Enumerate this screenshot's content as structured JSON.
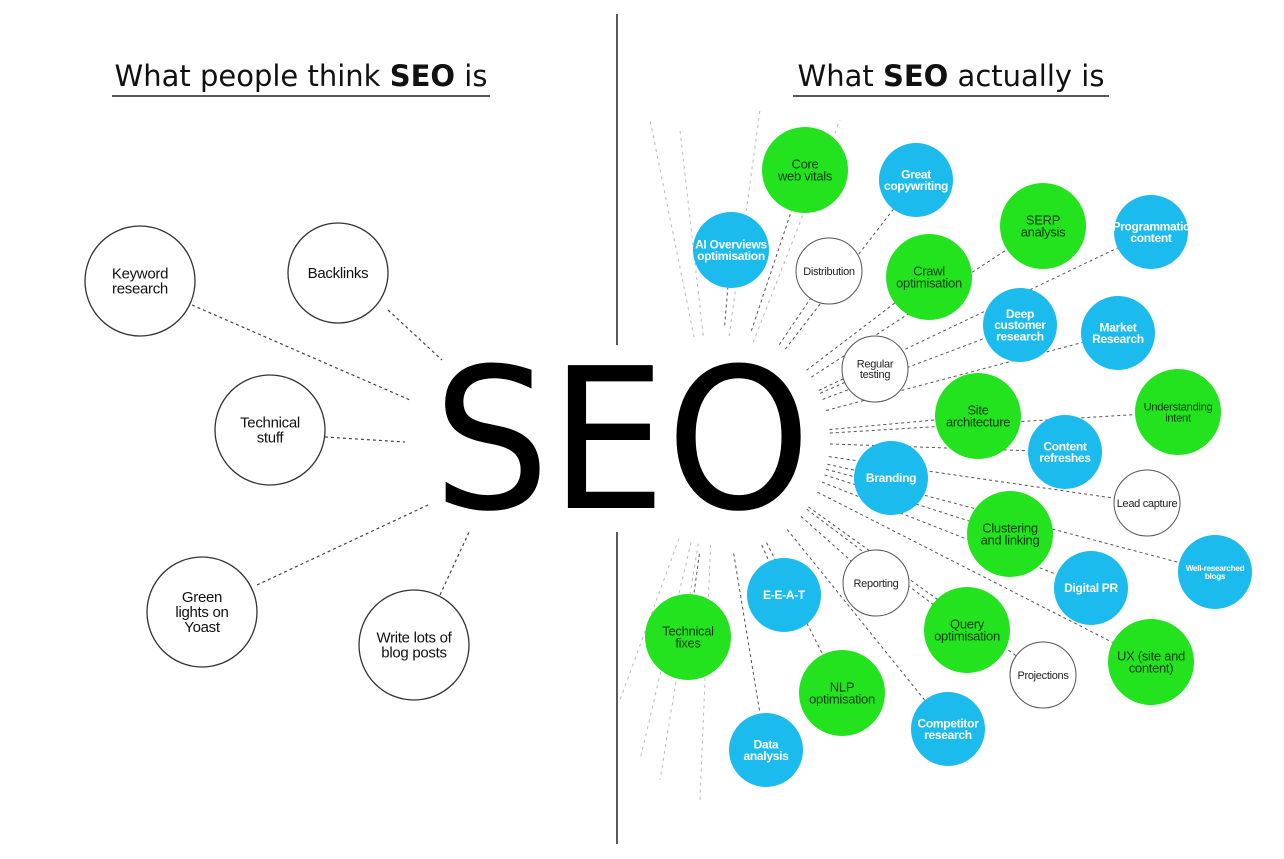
{
  "left_title": {
    "pre": "What people think ",
    "bold": "SEO",
    "post": " is"
  },
  "right_title": {
    "pre": "What ",
    "bold": "SEO",
    "post": " actually is"
  },
  "center_label": "SEO",
  "colors": {
    "green": "#22e31e",
    "blue": "#1cbbee",
    "white": "#ffffff",
    "line": "#555555"
  },
  "left_nodes": [
    {
      "lines": [
        "Keyword",
        "research"
      ]
    },
    {
      "lines": [
        "Backlinks"
      ]
    },
    {
      "lines": [
        "Technical",
        "stuff"
      ]
    },
    {
      "lines": [
        "Green",
        "lights on",
        "Yoast"
      ]
    },
    {
      "lines": [
        "Write lots of",
        "blog posts"
      ]
    }
  ],
  "right_nodes": [
    {
      "lines": [
        "Core",
        "web vitals"
      ],
      "color": "green"
    },
    {
      "lines": [
        "Great",
        "copywriting"
      ],
      "color": "blue"
    },
    {
      "lines": [
        "AI Overviews",
        "optimisation"
      ],
      "color": "blue"
    },
    {
      "lines": [
        "Distribution"
      ],
      "color": "white"
    },
    {
      "lines": [
        "Crawl",
        "optimisation"
      ],
      "color": "green"
    },
    {
      "lines": [
        "SERP",
        "analysis"
      ],
      "color": "green"
    },
    {
      "lines": [
        "Programmatic",
        "content"
      ],
      "color": "blue"
    },
    {
      "lines": [
        "Deep",
        "customer",
        "research"
      ],
      "color": "blue"
    },
    {
      "lines": [
        "Market",
        "Research"
      ],
      "color": "blue"
    },
    {
      "lines": [
        "Regular",
        "testing"
      ],
      "color": "white"
    },
    {
      "lines": [
        "Site",
        "architecture"
      ],
      "color": "green"
    },
    {
      "lines": [
        "Understanding",
        "intent"
      ],
      "color": "green"
    },
    {
      "lines": [
        "Content",
        "refreshes"
      ],
      "color": "blue"
    },
    {
      "lines": [
        "Branding"
      ],
      "color": "blue"
    },
    {
      "lines": [
        "Lead capture"
      ],
      "color": "white"
    },
    {
      "lines": [
        "Clustering",
        "and linking"
      ],
      "color": "green"
    },
    {
      "lines": [
        "Well-researched",
        "blogs"
      ],
      "color": "blue"
    },
    {
      "lines": [
        "Digital PR"
      ],
      "color": "blue"
    },
    {
      "lines": [
        "Reporting"
      ],
      "color": "white"
    },
    {
      "lines": [
        "E-E-A-T"
      ],
      "color": "blue"
    },
    {
      "lines": [
        "Query",
        "optimisation"
      ],
      "color": "green"
    },
    {
      "lines": [
        "Technical",
        "fixes"
      ],
      "color": "green"
    },
    {
      "lines": [
        "Projections"
      ],
      "color": "white"
    },
    {
      "lines": [
        "UX (site and",
        "content)"
      ],
      "color": "green"
    },
    {
      "lines": [
        "NLP",
        "optimisation"
      ],
      "color": "green"
    },
    {
      "lines": [
        "Competitor",
        "research"
      ],
      "color": "blue"
    },
    {
      "lines": [
        "Data",
        "analysis"
      ],
      "color": "blue"
    }
  ]
}
